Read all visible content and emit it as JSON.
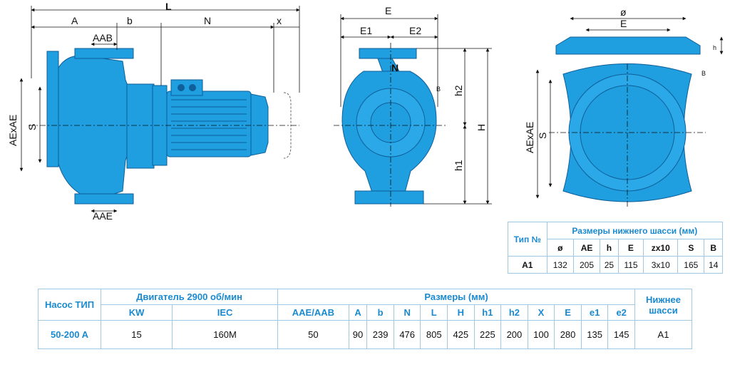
{
  "drawing_labels": {
    "side": {
      "L": "L",
      "A": "A",
      "b": "b",
      "N": "N",
      "x": "x",
      "AAB": "AAB",
      "AAE": "AAE",
      "AExAE": "AExAE",
      "S": "S"
    },
    "front": {
      "E": "E",
      "E1": "E1",
      "E2": "E2",
      "N": "N",
      "h2": "h2",
      "h1": "h1",
      "H": "H",
      "B": "B"
    },
    "chassis": {
      "phi": "ø",
      "E": "E",
      "h": "h",
      "B": "B",
      "AExAE": "AExAE",
      "S": "S"
    }
  },
  "chassis_table": {
    "type_header": "Тип №",
    "title": "Размеры нижнего шасси (мм)",
    "columns": [
      "ø",
      "AE",
      "h",
      "E",
      "zx10",
      "S",
      "B"
    ],
    "row": {
      "type": "A1",
      "values": [
        "132",
        "205",
        "25",
        "115",
        "3x10",
        "165",
        "14"
      ]
    }
  },
  "main_table": {
    "pump_header": "Насос ТИП",
    "motor_header": "Двигатель 2900 об/мин",
    "dims_header": "Размеры (мм)",
    "chassis_header": "Нижнее шасси",
    "motor_cols": [
      "KW",
      "IEC"
    ],
    "dim_cols": [
      "AAE/AAB",
      "A",
      "b",
      "N",
      "L",
      "H",
      "h1",
      "h2",
      "X",
      "E",
      "e1",
      "e2"
    ],
    "row": {
      "type": "50-200 A",
      "kw": "15",
      "iec": "160M",
      "dims": [
        "50",
        "90",
        "239",
        "476",
        "805",
        "425",
        "225",
        "200",
        "100",
        "280",
        "135",
        "145"
      ],
      "chassis": "A1"
    }
  },
  "colors": {
    "pump_blue": "#1f9ee0",
    "dark_blue": "#0f5f9a",
    "table_border": "#9ec7e4",
    "header_text": "#1a8ad0"
  }
}
